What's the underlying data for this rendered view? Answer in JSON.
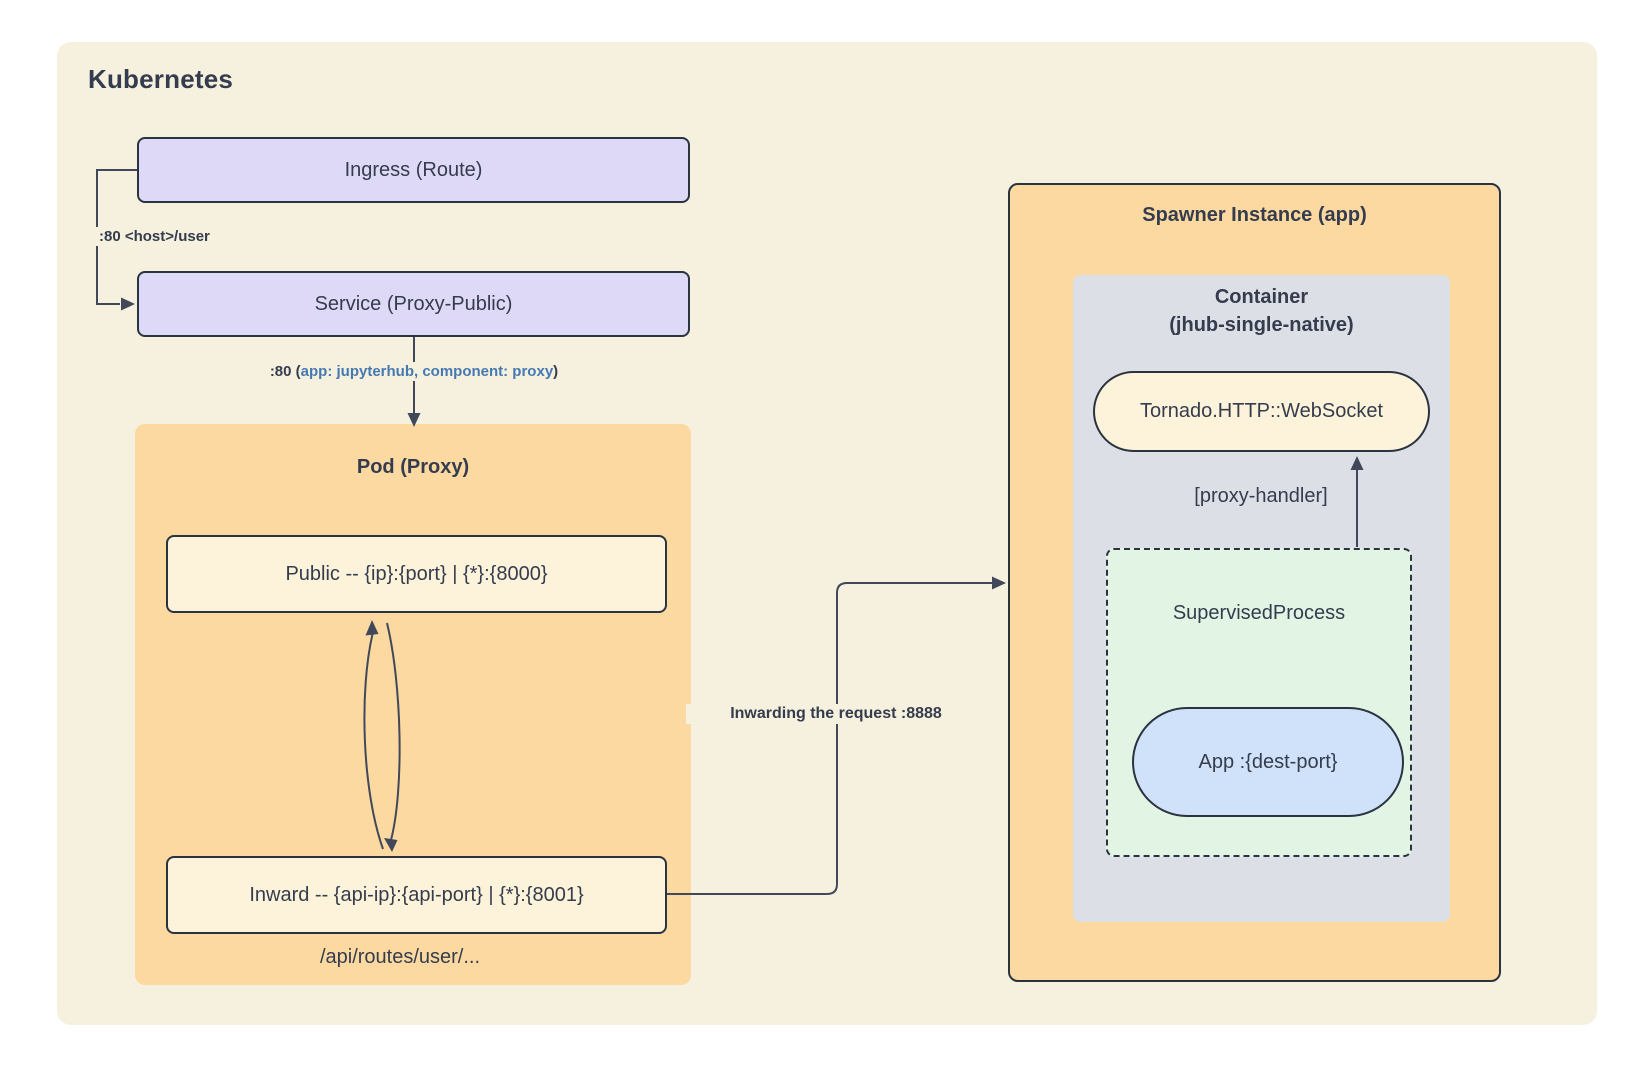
{
  "canvas": {
    "title": "Kubernetes"
  },
  "nodes": {
    "ingress": {
      "label": "Ingress (Route)"
    },
    "service": {
      "label": "Service (Proxy-Public)"
    },
    "pod": {
      "title": "Pod (Proxy)",
      "public": "Public -- {ip}:{port} | {*}:{8000}",
      "inward": "Inward -- {api-ip}:{api-port} | {*}:{8001}",
      "routes_note": "/api/routes/user/..."
    },
    "spawner": {
      "title": "Spawner Instance (app)",
      "container_title_line1": "Container",
      "container_title_line2": "(jhub-single-native)",
      "tornado": "Tornado.HTTP::WebSocket",
      "proxy_handler": "[proxy-handler]",
      "supervised": "SupervisedProcess",
      "app": "App :{dest-port}"
    }
  },
  "edges": {
    "ingress_to_service": ":80 <host>/user",
    "service_to_pod": {
      "prefix": ":80 (",
      "selector": "app: jupyterhub, component: proxy",
      "suffix": ")"
    },
    "inward_to_spawner": "Inwarding the request :8888"
  },
  "colors": {
    "canvas": "#f5f1de",
    "lavender": "#ddd9f6",
    "orange": "#fcd9a0",
    "creambox": "#fdf3da",
    "gray": "#dce0e6",
    "mint": "#e2f5e5",
    "bluepill": "#cfe2fa",
    "stroke": "#2b3240",
    "wire": "#40485a",
    "text-dark": "#343c4d",
    "bluetext": "#4679b2"
  }
}
